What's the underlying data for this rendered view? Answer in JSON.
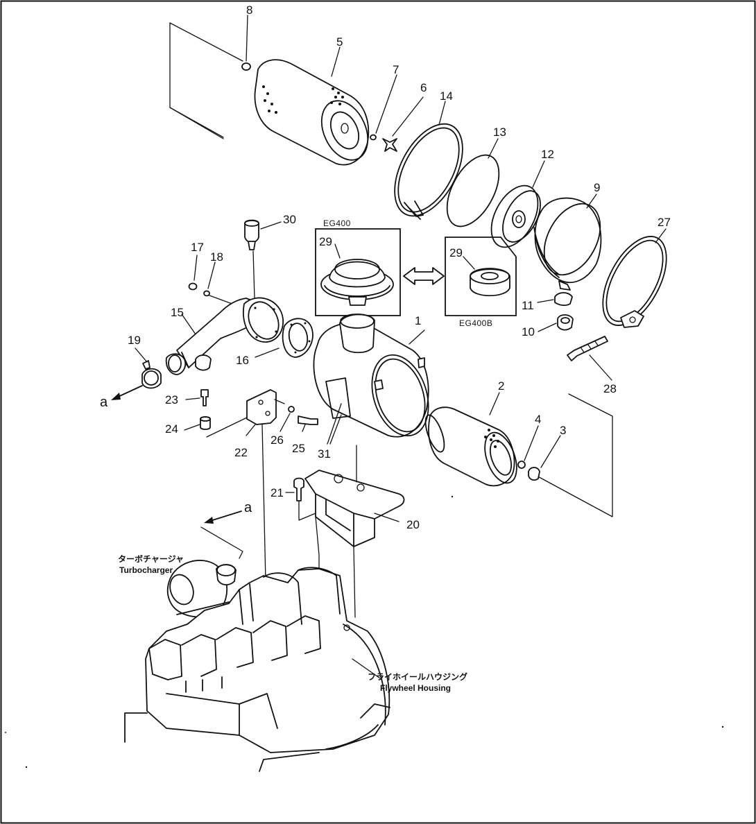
{
  "part_labels": {
    "p1": "1",
    "p2": "2",
    "p3": "3",
    "p4": "4",
    "p5": "5",
    "p6": "6",
    "p7": "7",
    "p8": "8",
    "p9": "9",
    "p10": "10",
    "p11": "11",
    "p12": "12",
    "p13": "13",
    "p14": "14",
    "p15": "15",
    "p16": "16",
    "p17": "17",
    "p18": "18",
    "p19": "19",
    "p20": "20",
    "p21": "21",
    "p22": "22",
    "p23": "23",
    "p24": "24",
    "p25": "25",
    "p26": "26",
    "p27": "27",
    "p28": "28",
    "p29a": "29",
    "p29b": "29",
    "p30": "30",
    "p31": "31"
  },
  "variant_boxes": {
    "left": "EG400",
    "right": "EG400B"
  },
  "connection_marks": {
    "a_left": "a",
    "a_engine": "a"
  },
  "captions": {
    "turbocharger_jp": "ターボチャージャ",
    "turbocharger_en": "Turbocharger",
    "flywheel_jp": "フライホイールハウジング",
    "flywheel_en": "Flywheel Housing"
  }
}
